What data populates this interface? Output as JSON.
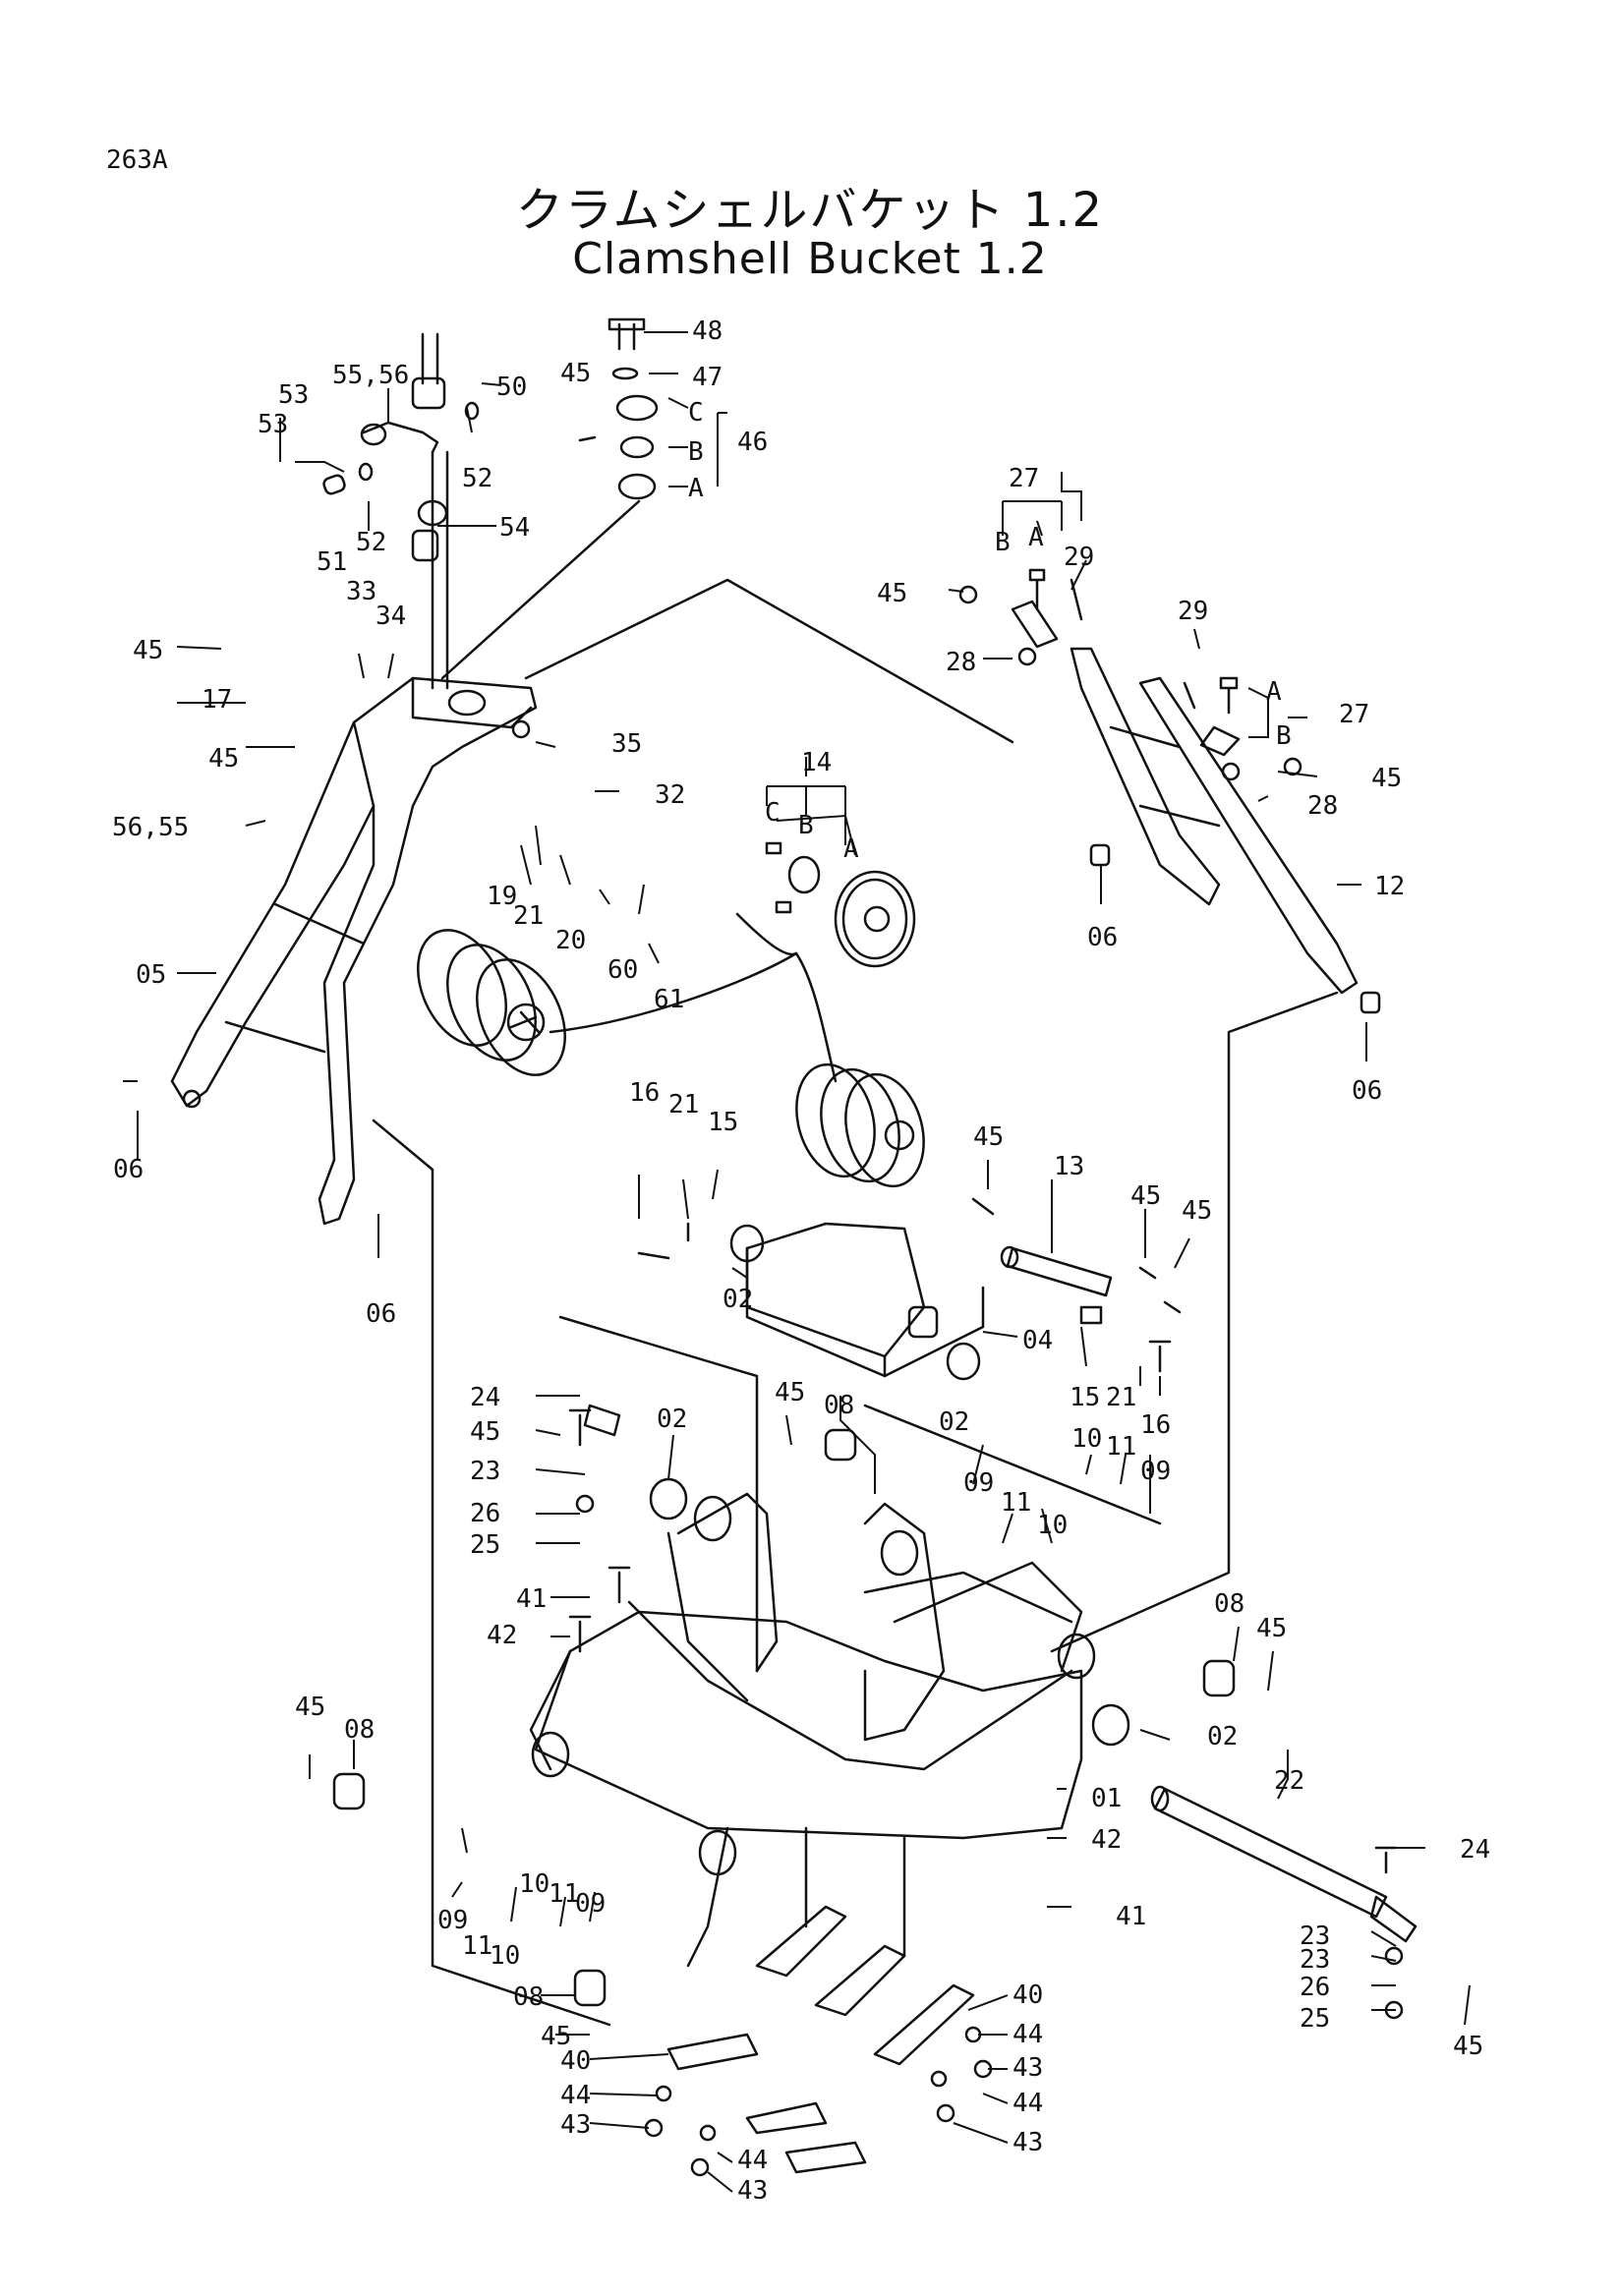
{
  "page_code": "263A",
  "title_jp": "クラムシェルバケット 1.2",
  "title_en": "Clamshell Bucket 1.2",
  "labels": {
    "p48": "48",
    "p47": "47",
    "p45a": "45",
    "pC": "C",
    "pB": "B",
    "pA": "A",
    "p46": "46",
    "p55_56": "55,56",
    "p50": "50",
    "p53a": "53",
    "p53b": "53",
    "p52a": "52",
    "p52b": "52",
    "p51": "51",
    "p54": "54",
    "p33": "33",
    "p34": "34",
    "p45b": "45",
    "p17": "17",
    "p45c": "45",
    "p35": "35",
    "p32": "32",
    "p56_55": "56,55",
    "p19": "19",
    "p21a": "21",
    "p20": "20",
    "p60": "60",
    "p61": "61",
    "p05": "05",
    "p06a": "06",
    "p06b": "06",
    "p14": "14",
    "p14C": "C",
    "p14B": "B",
    "p14A": "A",
    "p27a": "27",
    "p27B": "B",
    "p27A": "A",
    "p29a": "29",
    "p45d": "45",
    "p28a": "28",
    "p29b": "29",
    "p27A2": "A",
    "p27B2": "B",
    "p27b": "27",
    "p45e": "45",
    "p28b": "28",
    "p12": "12",
    "p06c": "06",
    "p06d": "06",
    "p16a": "16",
    "p21b": "21",
    "p15a": "15",
    "p45f": "45",
    "p13": "13",
    "p45g": "45",
    "p45h": "45",
    "p02a": "02",
    "p04": "04",
    "p15b": "15",
    "p21c": "21",
    "p16b": "16",
    "p02b": "02",
    "p24a": "24",
    "p45i": "45",
    "p23a": "23",
    "p26a": "26",
    "p25a": "25",
    "p02c": "02",
    "p45j": "45",
    "p08a": "08",
    "p09a": "09",
    "p11a": "11",
    "p10a": "10",
    "p10b": "10",
    "p11b": "11",
    "p09b": "09",
    "p41a": "41",
    "p42a": "42",
    "p08b": "08",
    "p45k": "45",
    "p45l": "45",
    "p08c": "08",
    "p02d": "02",
    "p01": "01",
    "p22": "22",
    "p42b": "42",
    "p41b": "41",
    "p24b": "24",
    "p23b": "23",
    "p23c": "23",
    "p26b": "26",
    "p25b": "25",
    "p45m": "45",
    "p10c": "10",
    "p11c": "11",
    "p09c": "09",
    "p09d": "09",
    "p11d": "11",
    "p10d": "10",
    "p08d": "08",
    "p45n": "45",
    "p40a": "40",
    "p40b": "40",
    "p44a": "44",
    "p43a": "43",
    "p44b": "44",
    "p43b": "43",
    "p44c": "44",
    "p43c": "43",
    "p44d": "44",
    "p43d": "43"
  }
}
